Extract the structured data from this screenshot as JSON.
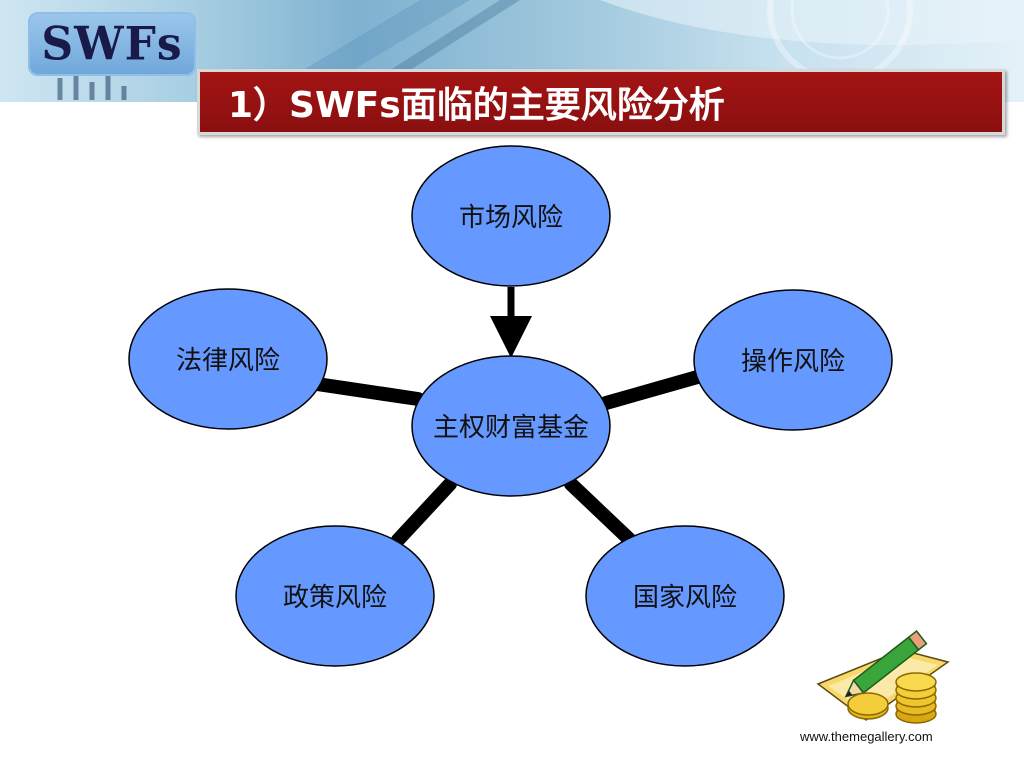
{
  "header": {
    "logo_text": "SWFs",
    "title": "1）SWFs面临的主要风险分析"
  },
  "diagram": {
    "center": "主权财富基金",
    "nodes": [
      {
        "id": "market",
        "label": "市场风险"
      },
      {
        "id": "legal",
        "label": "法律风险"
      },
      {
        "id": "operation",
        "label": "操作风险"
      },
      {
        "id": "policy",
        "label": "政策风险"
      },
      {
        "id": "country",
        "label": "国家风险"
      }
    ],
    "colors": {
      "node_fill": "#6699ff",
      "node_stroke": "#000000",
      "title_bar": "#9b1111",
      "connector": "#000000"
    }
  },
  "footer": {
    "url": "www.themegallery.com"
  },
  "icons": {
    "decoration": "gold-coins-and-pencil-icon"
  }
}
